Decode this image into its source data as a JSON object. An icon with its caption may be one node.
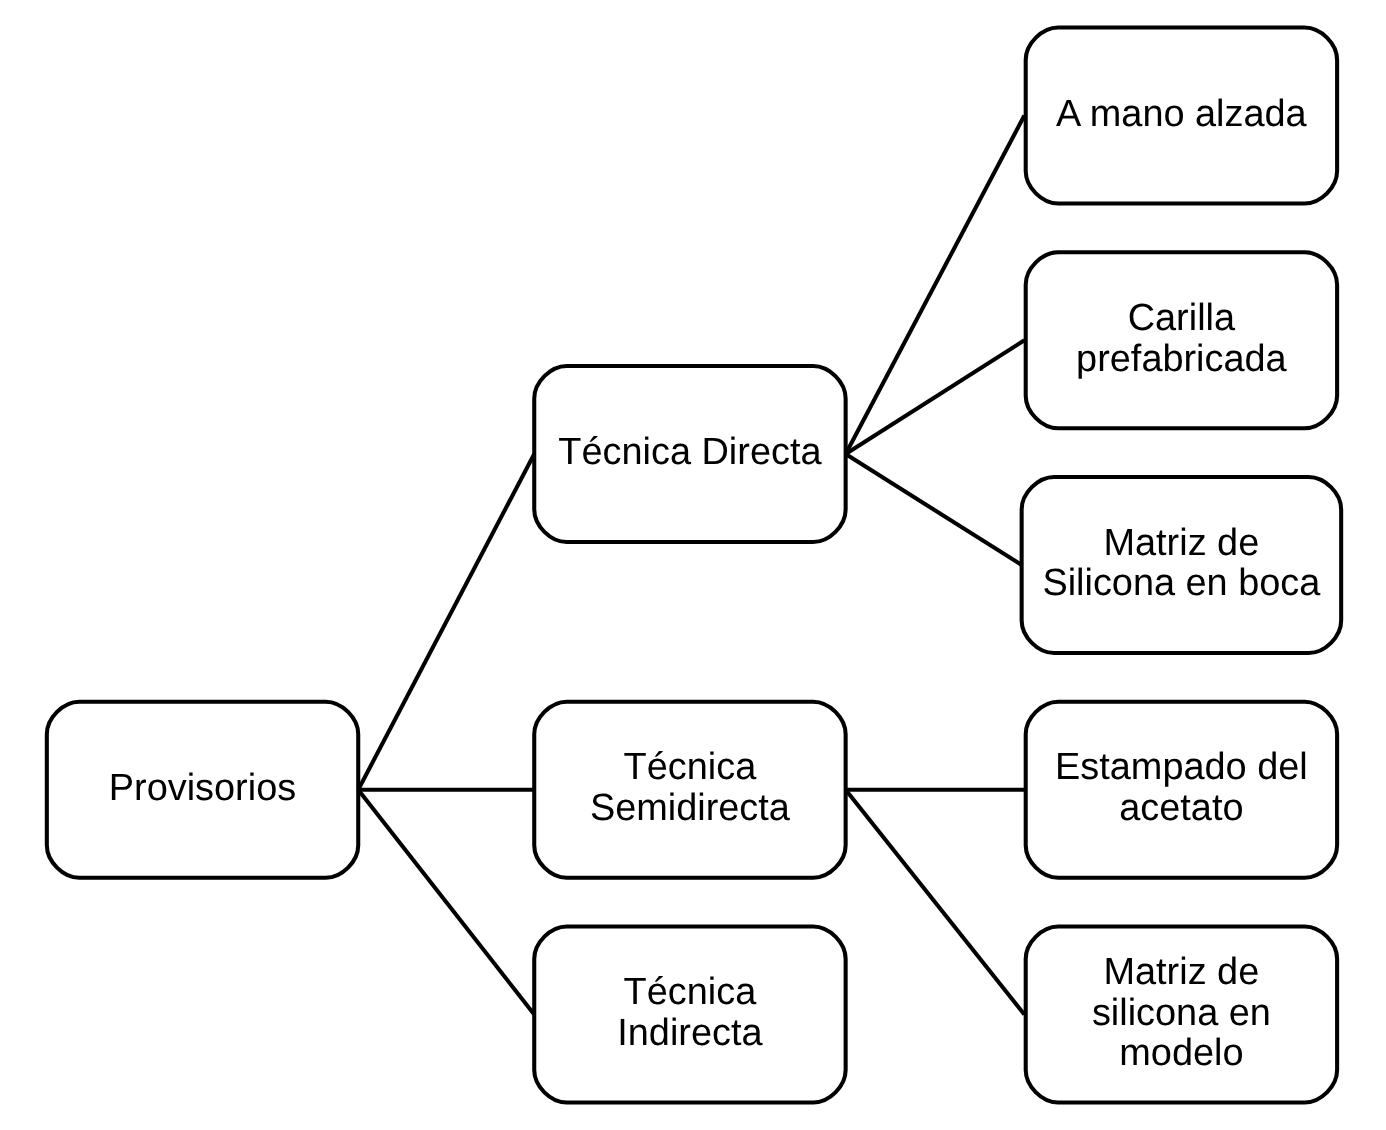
{
  "diagram": {
    "nodes": [
      {
        "text": [
          "Provisorios"
        ]
      },
      {
        "text": [
          "Técnica Directa"
        ]
      },
      {
        "text": [
          "A mano alzada"
        ]
      },
      {
        "text": [
          "Carilla prefabricada"
        ]
      },
      {
        "text": [
          "Matriz de Silicona en boca"
        ]
      },
      {
        "text": [
          "Técnica Semidirecta"
        ]
      },
      {
        "text": [
          "Estampado del acetato"
        ]
      },
      {
        "text": [
          "Matriz de silicona en modelo"
        ]
      },
      {
        "text": [
          "Técnica Indirecta"
        ]
      }
    ],
    "edges": [
      {
        "from": 0,
        "to": 1,
        "arrow": "none"
      },
      {
        "from": 0,
        "to": 5,
        "arrow": "none"
      },
      {
        "from": 0,
        "to": 8,
        "arrow": "none"
      },
      {
        "from": 1,
        "to": 2,
        "arrow": "none"
      },
      {
        "from": 1,
        "to": 3,
        "arrow": "none"
      },
      {
        "from": 1,
        "to": 4,
        "arrow": "none"
      },
      {
        "from": 5,
        "to": 6,
        "arrow": "none"
      },
      {
        "from": 5,
        "to": 7,
        "arrow": "none"
      }
    ]
  }
}
